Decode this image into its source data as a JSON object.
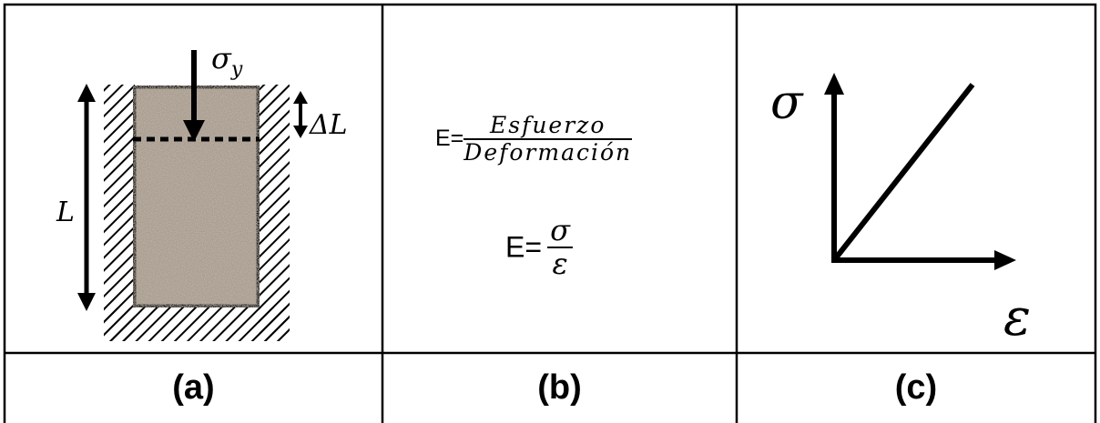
{
  "panel_a": {
    "stress_label_base": "σ",
    "stress_label_sub": "y",
    "length_label": "L",
    "delta_label": "ΔL",
    "caption": "(a)"
  },
  "panel_b": {
    "formula1_lhs": "E=",
    "formula1_num": "Esfuerzo",
    "formula1_den": "Deformación",
    "formula2_lhs": "E=",
    "formula2_num": "σ",
    "formula2_den": "ε",
    "caption": "(b)"
  },
  "panel_c": {
    "y_axis_label": "σ",
    "x_axis_label": "ε",
    "caption": "(c)"
  },
  "colors": {
    "line": "#000000",
    "specimen": "#a89c8e",
    "background": "#ffffff"
  }
}
